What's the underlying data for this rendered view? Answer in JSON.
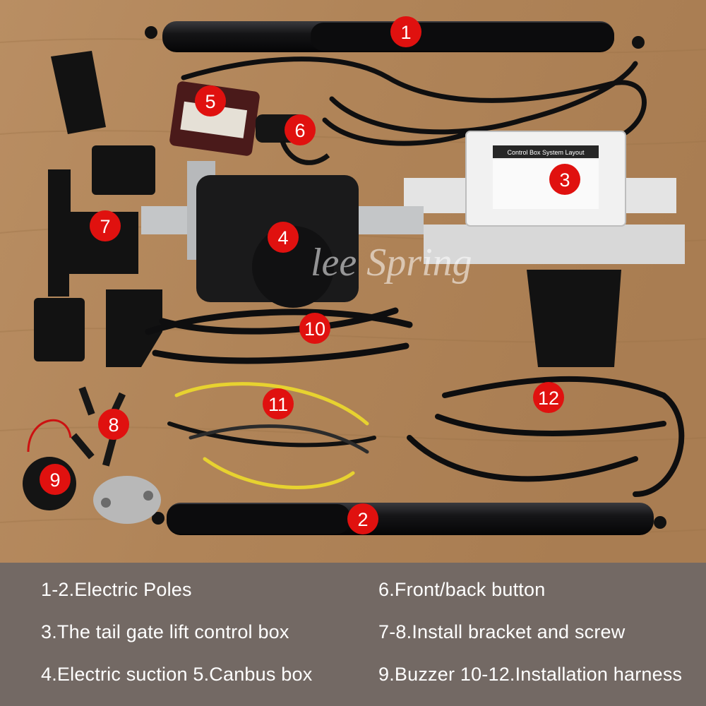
{
  "photo": {
    "watermark": "lee Spring",
    "markers": [
      "1",
      "2",
      "3",
      "4",
      "5",
      "6",
      "7",
      "8",
      "9",
      "10",
      "11",
      "12"
    ],
    "control_box_label": "Control Box System Layout"
  },
  "legend": {
    "left": [
      "1-2.Electric Poles",
      "3.The tail gate lift control box",
      "4.Electric suction 5.Canbus box"
    ],
    "right": [
      "6.Front/back button",
      "7-8.Install bracket and screw",
      "9.Buzzer 10-12.Installation harness"
    ]
  },
  "colors": {
    "marker": "#e0110f",
    "legend_background": "#736964",
    "wood": "#b58a5f"
  }
}
